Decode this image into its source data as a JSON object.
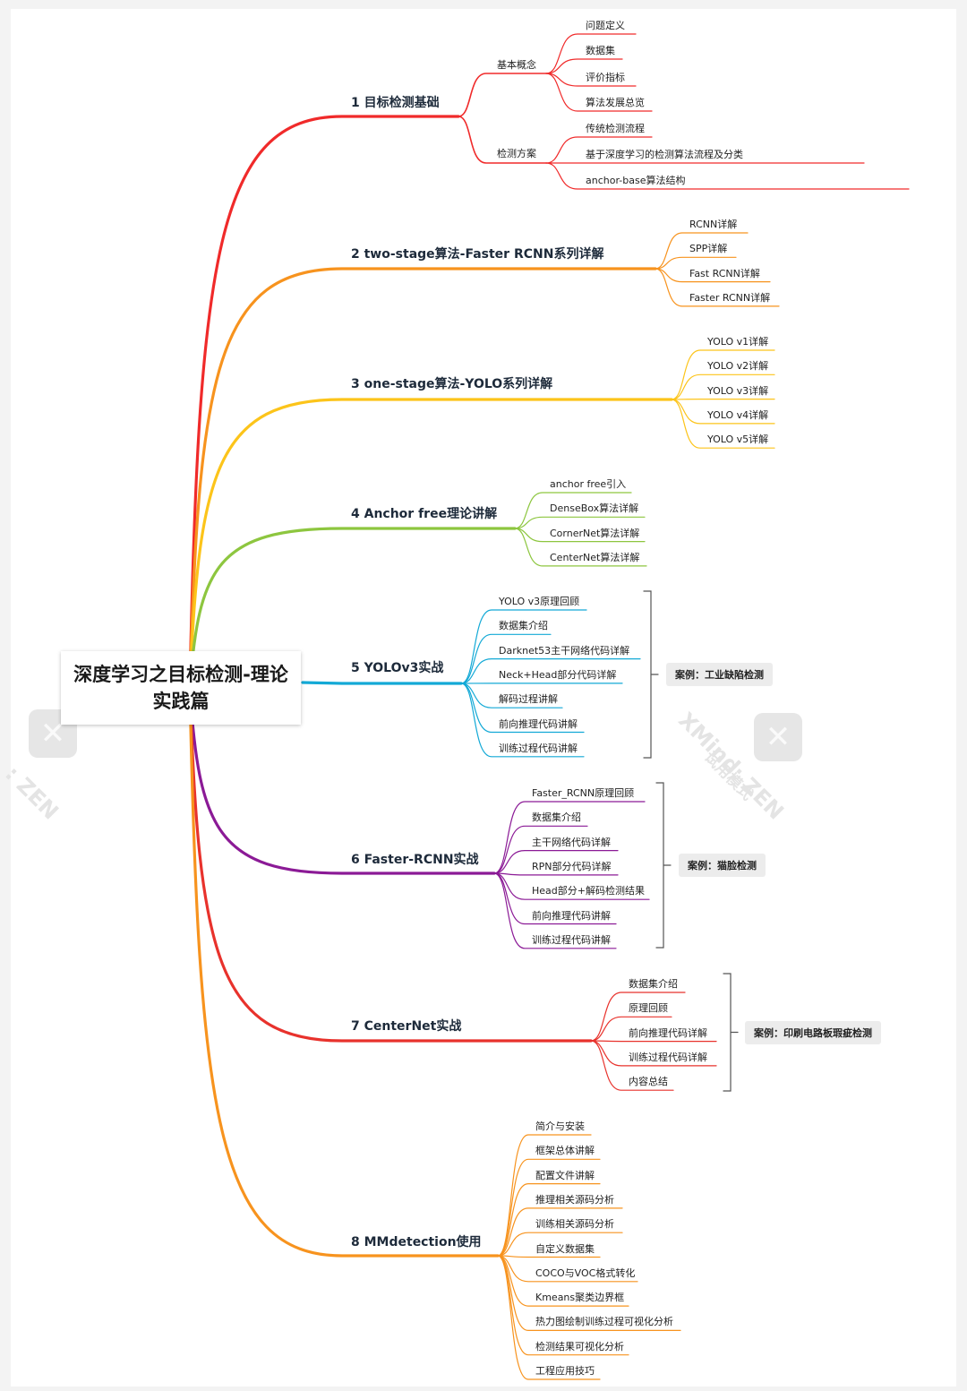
{
  "root": {
    "title": "深度学习之目标检测-理论实践篇"
  },
  "watermark": {
    "brand": "XMind",
    "suffix": ": ZEN",
    "trial": "试用模式"
  },
  "colors": {
    "b1": "#f02a2a",
    "b2": "#f7931e",
    "b3": "#fcc41a",
    "b4": "#8dc63f",
    "b5": "#13a9d6",
    "b6": "#8b1a96",
    "b7": "#e8322c",
    "b8": "#f7931e"
  },
  "branches": [
    {
      "label": "1 目标检测基础",
      "subtopics": [
        {
          "label": "基本概念",
          "leaves": [
            "问题定义",
            "数据集",
            "评价指标",
            "算法发展总览"
          ]
        },
        {
          "label": "检测方案",
          "leaves": [
            "传统检测流程",
            "基于深度学习的检测算法流程及分类",
            "anchor-base算法结构"
          ]
        }
      ]
    },
    {
      "label": "2 two-stage算法-Faster RCNN系列详解",
      "leaves": [
        "RCNN详解",
        "SPP详解",
        "Fast RCNN详解",
        "Faster RCNN详解"
      ]
    },
    {
      "label": "3 one-stage算法-YOLO系列详解",
      "leaves": [
        "YOLO v1详解",
        "YOLO v2详解",
        "YOLO v3详解",
        "YOLO v4详解",
        "YOLO v5详解"
      ]
    },
    {
      "label": "4 Anchor free理论讲解",
      "leaves": [
        "anchor free引入",
        "DenseBox算法详解",
        "CornerNet算法详解",
        "CenterNet算法详解"
      ]
    },
    {
      "label": "5 YOLOv3实战",
      "leaves": [
        "YOLO v3原理回顾",
        "数据集介绍",
        "Darknet53主干网络代码详解",
        "Neck+Head部分代码详解",
        "解码过程讲解",
        "前向推理代码讲解",
        "训练过程代码讲解"
      ],
      "case": "案例：工业缺陷检测"
    },
    {
      "label": "6 Faster-RCNN实战",
      "leaves": [
        "Faster_RCNN原理回顾",
        "数据集介绍",
        "主干网络代码详解",
        "RPN部分代码详解",
        "Head部分+解码检测结果",
        "前向推理代码讲解",
        "训练过程代码讲解"
      ],
      "case": "案例：猫脸检测"
    },
    {
      "label": "7 CenterNet实战",
      "leaves": [
        "数据集介绍",
        "原理回顾",
        "前向推理代码详解",
        "训练过程代码详解",
        "内容总结"
      ],
      "case": "案例：印刷电路板瑕疵检测"
    },
    {
      "label": "8 MMdetection使用",
      "leaves": [
        "简介与安装",
        "框架总体讲解",
        "配置文件讲解",
        "推理相关源码分析",
        "训练相关源码分析",
        "自定义数据集",
        "COCO与VOC格式转化",
        "Kmeans聚类边界框",
        "热力图绘制训练过程可视化分析",
        "检测结果可视化分析",
        "工程应用技巧"
      ]
    }
  ]
}
